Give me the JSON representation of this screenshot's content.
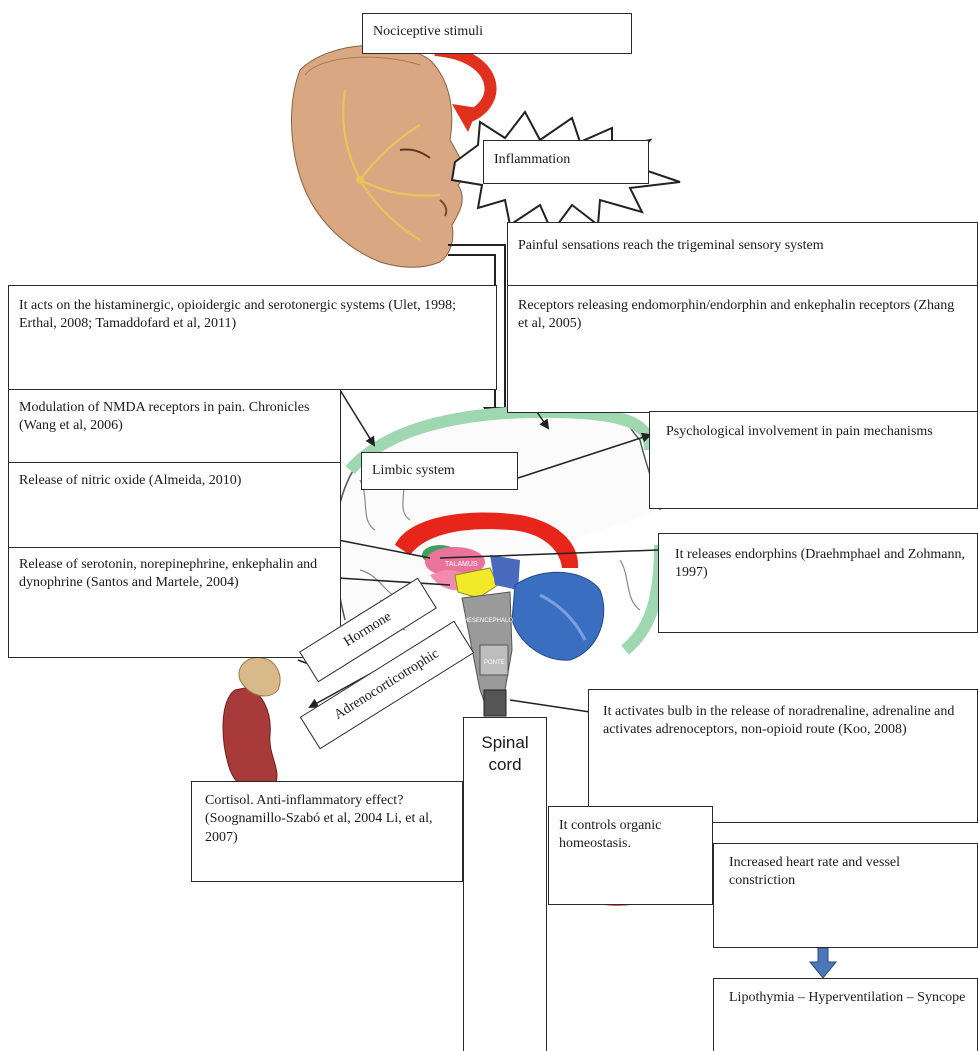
{
  "boxes": {
    "nociceptive": "Nociceptive stimuli",
    "inflammation": "Inflammation",
    "painful": "Painful sensations reach the trigeminal sensory system",
    "receptors": "Receptors releasing endomorphin/endorphin and enkephalin receptors (Zhang et al, 2005)",
    "histaminergic": "It acts on the histaminergic, opioidergic and serotonergic systems (Ulet, 1998; Erthal, 2008; Tamaddofard et al, 2011)",
    "nmda": "Modulation of NMDA receptors in pain. Chronicles (Wang et al, 2006)",
    "nitric": "Release of nitric oxide (Almeida, 2010)",
    "serotonin": "Release of serotonin, norepinephrine, enkephalin and dynophrine (Santos and Martele, 2004)",
    "limbic": "Limbic system",
    "psychological": "Psychological involvement in pain mechanisms",
    "endorphins": "It releases endorphins (Draehmphael and Zohmann, 1997)",
    "hormone": "Hormone",
    "adrenocorticotrophic": "Adrenocorticotrophic",
    "bulb": "It activates bulb in the release of noradrenaline, adrenaline and activates adrenoceptors, non-opioid route (Koo, 2008)",
    "spinal_line1": "Spinal",
    "spinal_line2": "cord",
    "cortisol": "Cortisol. Anti-inflammatory effect? (Soognamillo-Szabó et al, 2004 Li, et al, 2007)",
    "homeostasis": "It controls organic homeostasis.",
    "heart": "Increased heart rate and vessel constriction",
    "lipothymia": "Lipothymia – Hyperventilation – Syncope"
  },
  "brain_labels": {
    "talamus": "TALAMUS",
    "mesencephalo": "MESENCEPHALO",
    "ponte": "PONTE"
  },
  "colors": {
    "curved_arrow": "#e0301e",
    "limbic_ring": "#9fd8b0",
    "corpus_callosum": "#e8251b",
    "thalamus": "#e9739b",
    "hypothalamus": "#f2ea29",
    "cerebellum": "#3a6ec0",
    "brainstem": "#9a9a9a",
    "down_arrow": "#4a78b8",
    "skin": "#d9a883",
    "nerve": "#e8c45a",
    "kidney": "#a83a3a",
    "adrenal": "#d9b88a"
  }
}
